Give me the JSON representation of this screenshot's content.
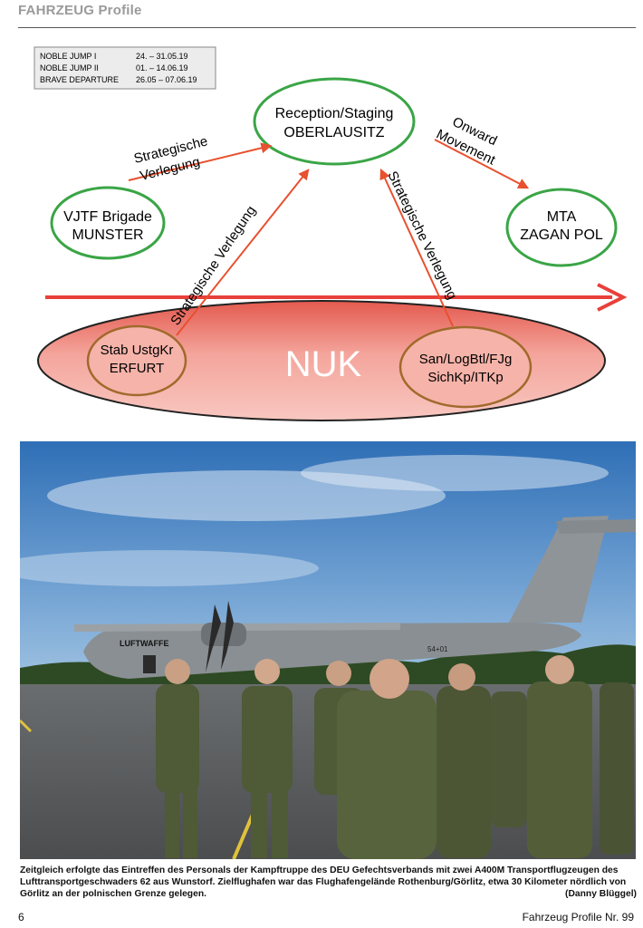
{
  "header": {
    "title": "FAHRZEUG Profile"
  },
  "exercise_box": {
    "rows": [
      {
        "name": "NOBLE JUMP I",
        "dates": "24. – 31.05.19"
      },
      {
        "name": "NOBLE JUMP II",
        "dates": "01. – 14.06.19"
      },
      {
        "name": "BRAVE DEPARTURE",
        "dates": "26.05 – 07.06.19"
      }
    ]
  },
  "diagram": {
    "reception": {
      "line1": "Reception/Staging",
      "line2": "OBERLAUSITZ"
    },
    "vjtf": {
      "line1": "VJTF Brigade",
      "line2": "MUNSTER"
    },
    "mta": {
      "line1": "MTA",
      "line2": "ZAGAN POL"
    },
    "stab": {
      "line1": "Stab UstgKr",
      "line2": "ERFURT"
    },
    "san": {
      "line1": "San/LogBtl/FJg",
      "line2": "SichKp/ITKp"
    },
    "nuk": "NUK",
    "label_top_left": {
      "line1": "Strategische",
      "line2": "Verlegung"
    },
    "label_onward": {
      "line1": "Onward",
      "line2": "Movement"
    },
    "label_diag_left": "Strategische Verlegung",
    "label_diag_right": "Strategische Verlegung",
    "colors": {
      "green": "#3aa546",
      "brown": "#a06a2c",
      "red": "#e8502f",
      "nuk_fill": "#f07a6e"
    }
  },
  "photo": {
    "aircraft_text": "LUFTWAFFE",
    "tail_text": "54+01"
  },
  "caption": {
    "text": "Zeitgleich erfolgte das Eintreffen des Personals der Kampftruppe des DEU Gefechtsverbands mit zwei A400M Transportflugzeugen des Lufttransportgeschwaders 62 aus Wunstorf. Zielflughafen war das Flughafengelände Rothenburg/Görlitz, etwa 30 Kilometer nördlich von Görlitz an der polnischen Grenze gelegen.",
    "credit": "(Danny Blüggel)"
  },
  "footer": {
    "page_number": "6",
    "publication": "Fahrzeug Profile Nr. 99"
  }
}
